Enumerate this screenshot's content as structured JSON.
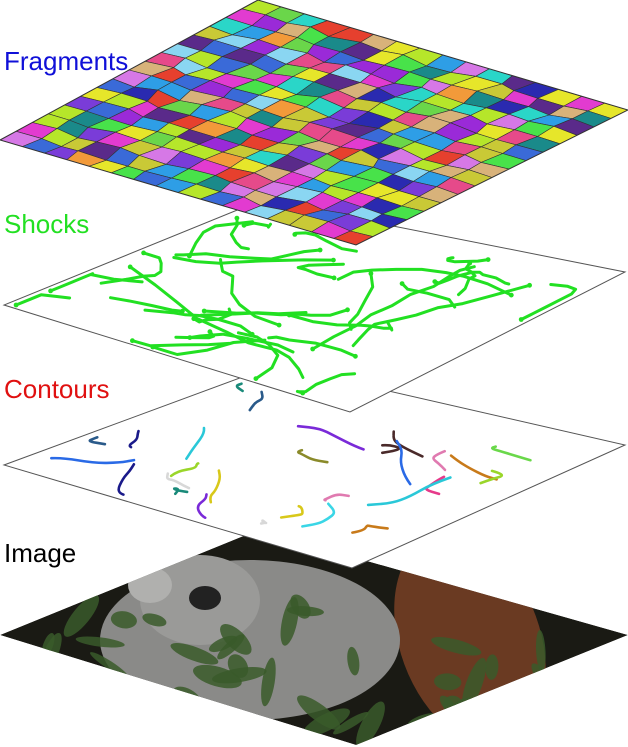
{
  "layers": [
    {
      "id": "fragments",
      "label": "Fragments",
      "color": "#1010d8"
    },
    {
      "id": "shocks",
      "label": "Shocks",
      "color": "#22e022"
    },
    {
      "id": "contours",
      "label": "Contours",
      "color": "#e01010"
    },
    {
      "id": "image",
      "label": "Image",
      "color": "#000000"
    }
  ],
  "fragment_palette": [
    "#e23bd0",
    "#2e9ee6",
    "#48e24a",
    "#e6e62a",
    "#7a3cd8",
    "#e6402e",
    "#8ad6f2",
    "#2a2ab0",
    "#b6e62a",
    "#f29a3a",
    "#1a8a8a",
    "#d678e6",
    "#3a6ad8",
    "#c9c936",
    "#e64a8a",
    "#6ad64a",
    "#9a2ad8",
    "#2ad6c8",
    "#d8b27a",
    "#5a2a8a"
  ],
  "shock_color": "#22e022",
  "contour_colors": [
    "#c87a1a",
    "#2a5a8a",
    "#9ad62a",
    "#7a2ad8",
    "#2ac8d8",
    "#e07ab0",
    "#1a8a7a",
    "#d8d8d8",
    "#4a2a2a",
    "#1a1a8a",
    "#2a6ae6",
    "#d8c81a",
    "#6ad84a",
    "#e63a8a",
    "#8a8a2a",
    "#3ad6e6"
  ],
  "image_colors": {
    "fur": "#8a8a88",
    "leaves": "#3a5a2a",
    "bark": "#6a3a22",
    "dark": "#1a1a14"
  }
}
